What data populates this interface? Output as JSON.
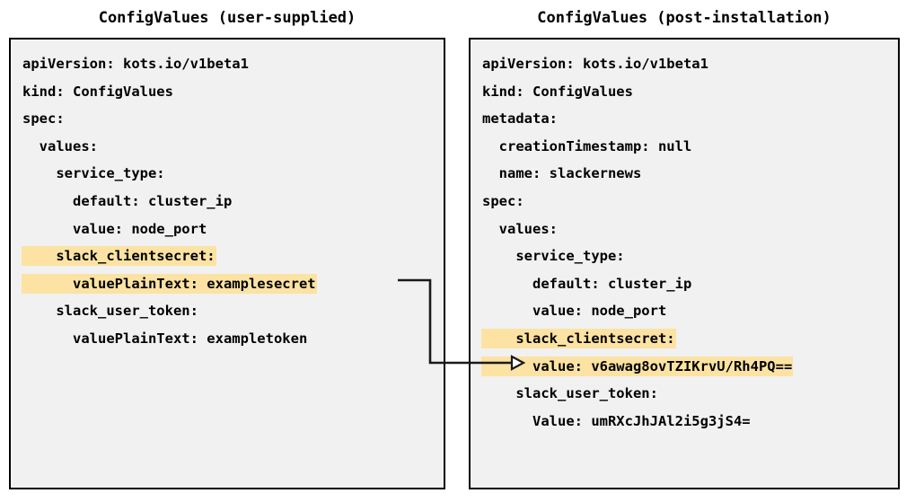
{
  "panels": {
    "left": {
      "title": "ConfigValues (user-supplied)",
      "lines": [
        {
          "text": "apiVersion: kots.io/v1beta1",
          "highlight": false
        },
        {
          "text": "kind: ConfigValues",
          "highlight": false
        },
        {
          "text": "spec:",
          "highlight": false
        },
        {
          "text": "  values:",
          "highlight": false
        },
        {
          "text": "    service_type:",
          "highlight": false
        },
        {
          "text": "      default: cluster_ip",
          "highlight": false
        },
        {
          "text": "      value: node_port",
          "highlight": false
        },
        {
          "text": "    slack_clientsecret:",
          "highlight": true
        },
        {
          "text": "      valuePlainText: examplesecret",
          "highlight": true
        },
        {
          "text": "    slack_user_token:",
          "highlight": false
        },
        {
          "text": "      valuePlainText: exampletoken",
          "highlight": false
        }
      ]
    },
    "right": {
      "title": "ConfigValues (post-installation)",
      "lines": [
        {
          "text": "apiVersion: kots.io/v1beta1",
          "highlight": false
        },
        {
          "text": "kind: ConfigValues",
          "highlight": false
        },
        {
          "text": "metadata:",
          "highlight": false
        },
        {
          "text": "  creationTimestamp: null",
          "highlight": false
        },
        {
          "text": "  name: slackernews",
          "highlight": false
        },
        {
          "text": "spec:",
          "highlight": false
        },
        {
          "text": "  values:",
          "highlight": false
        },
        {
          "text": "    service_type:",
          "highlight": false
        },
        {
          "text": "      default: cluster_ip",
          "highlight": false
        },
        {
          "text": "      value: node_port",
          "highlight": false
        },
        {
          "text": "    slack_clientsecret:",
          "highlight": true
        },
        {
          "text": "      value: v6awag8ovTZIKrvU/Rh4PQ==",
          "highlight": true
        },
        {
          "text": "    slack_user_token:",
          "highlight": false
        },
        {
          "text": "      Value: umRXcJhJAl2i5g3jS4=",
          "highlight": false
        }
      ]
    }
  },
  "connector": {
    "description": "elbow-arrow-from-plaintext-secret-to-encrypted-value",
    "arrow_style": "open-triangle"
  },
  "colors": {
    "panel_fill": "#f1f1f1",
    "panel_border": "#000000",
    "highlight": "#fce3a3",
    "text": "#000000",
    "connector": "#1a1a1a"
  }
}
